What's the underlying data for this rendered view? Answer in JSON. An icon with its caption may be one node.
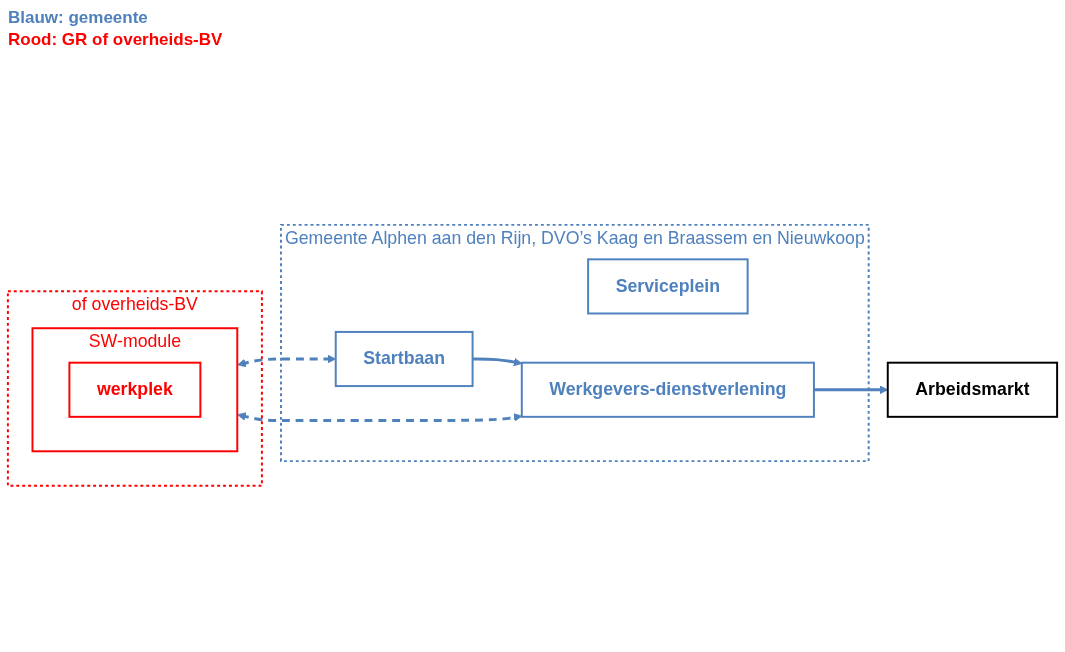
{
  "diagram": {
    "nodes": [
      {
        "text": [
          "of overheids-BV"
        ]
      },
      {
        "text": [
          "SW-module"
        ],
        "in": 0
      },
      {
        "text": [
          "werkplek"
        ],
        "in": 1
      },
      {
        "text": [
          "Gemeente Alphen aan den Rijn, DVO’s Kaag en Braassem en Nieuwkoop"
        ]
      },
      {
        "text": [
          "Serviceplein"
        ],
        "in": 3
      },
      {
        "text": [
          "Startbaan"
        ],
        "in": 3
      },
      {
        "text": [
          "Werkgevers-dienstverlening"
        ],
        "in": 3
      },
      {
        "text": [
          "Arbeidsmarkt"
        ]
      }
    ],
    "edges": [
      {
        "from": 1,
        "to": 5,
        "arrow": "both",
        "style": "dashed"
      },
      {
        "from": 1,
        "to": 6,
        "arrow": "both",
        "style": "dashed"
      },
      {
        "from": 5,
        "to": 6,
        "arrow": "to"
      },
      {
        "from": 6,
        "to": 7,
        "arrow": "to",
        "color": "#4f81bd"
      }
    ],
    "legend": [
      {
        "text": "Blauw: gemeente",
        "color": "#4f81bd"
      },
      {
        "text": "Rood: GR of overheids-BV",
        "color": "#ff0000"
      }
    ]
  }
}
